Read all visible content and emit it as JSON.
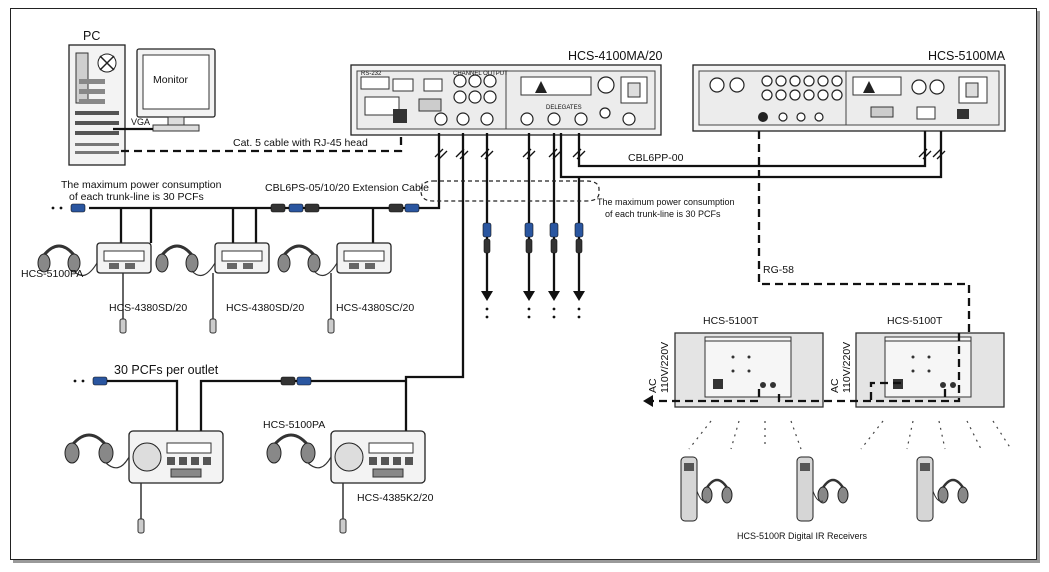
{
  "labels": {
    "pc": "PC",
    "monitor": "Monitor",
    "vga": "VGA",
    "cat5": "Cat. 5 cable with RJ-45 head",
    "main_unit": "HCS-4100MA/20",
    "ma_unit": "HCS-5100MA",
    "cbl6pp": "CBL6PP-00",
    "ext_cable": "CBL6PS-05/10/20 Extension Cable",
    "max_power_left_1": "The maximum power consumption",
    "max_power_left_2": "of each trunk-line is 30 PCFs",
    "max_power_right_1": "The maximum power consumption",
    "max_power_right_2": "of each trunk-line is 30 PCFs",
    "hcs5100pa_1": "HCS-5100PA",
    "hcs4380sd_1": "HCS-4380SD/20",
    "hcs4380sd_2": "HCS-4380SD/20",
    "hcs4380sc": "HCS-4380SC/20",
    "pcfs_outlet": "30 PCFs per outlet",
    "hcs5100pa_2": "HCS-5100PA",
    "hcs4385k2": "HCS-4385K2/20",
    "rg58": "RG-58",
    "hcs5100t_1": "HCS-5100T",
    "hcs5100t_2": "HCS-5100T",
    "ac_1": "AC",
    "volt_1": "110V/220V",
    "ac_2": "AC",
    "volt_2": "110V/220V",
    "receivers": "HCS-5100R  Digital IR Receivers"
  },
  "icons": [
    "pc-tower-icon",
    "monitor-icon",
    "headphones-icon",
    "microphone-icon",
    "ir-receiver-icon",
    "ir-radiator-icon",
    "connector-plug-icon"
  ]
}
